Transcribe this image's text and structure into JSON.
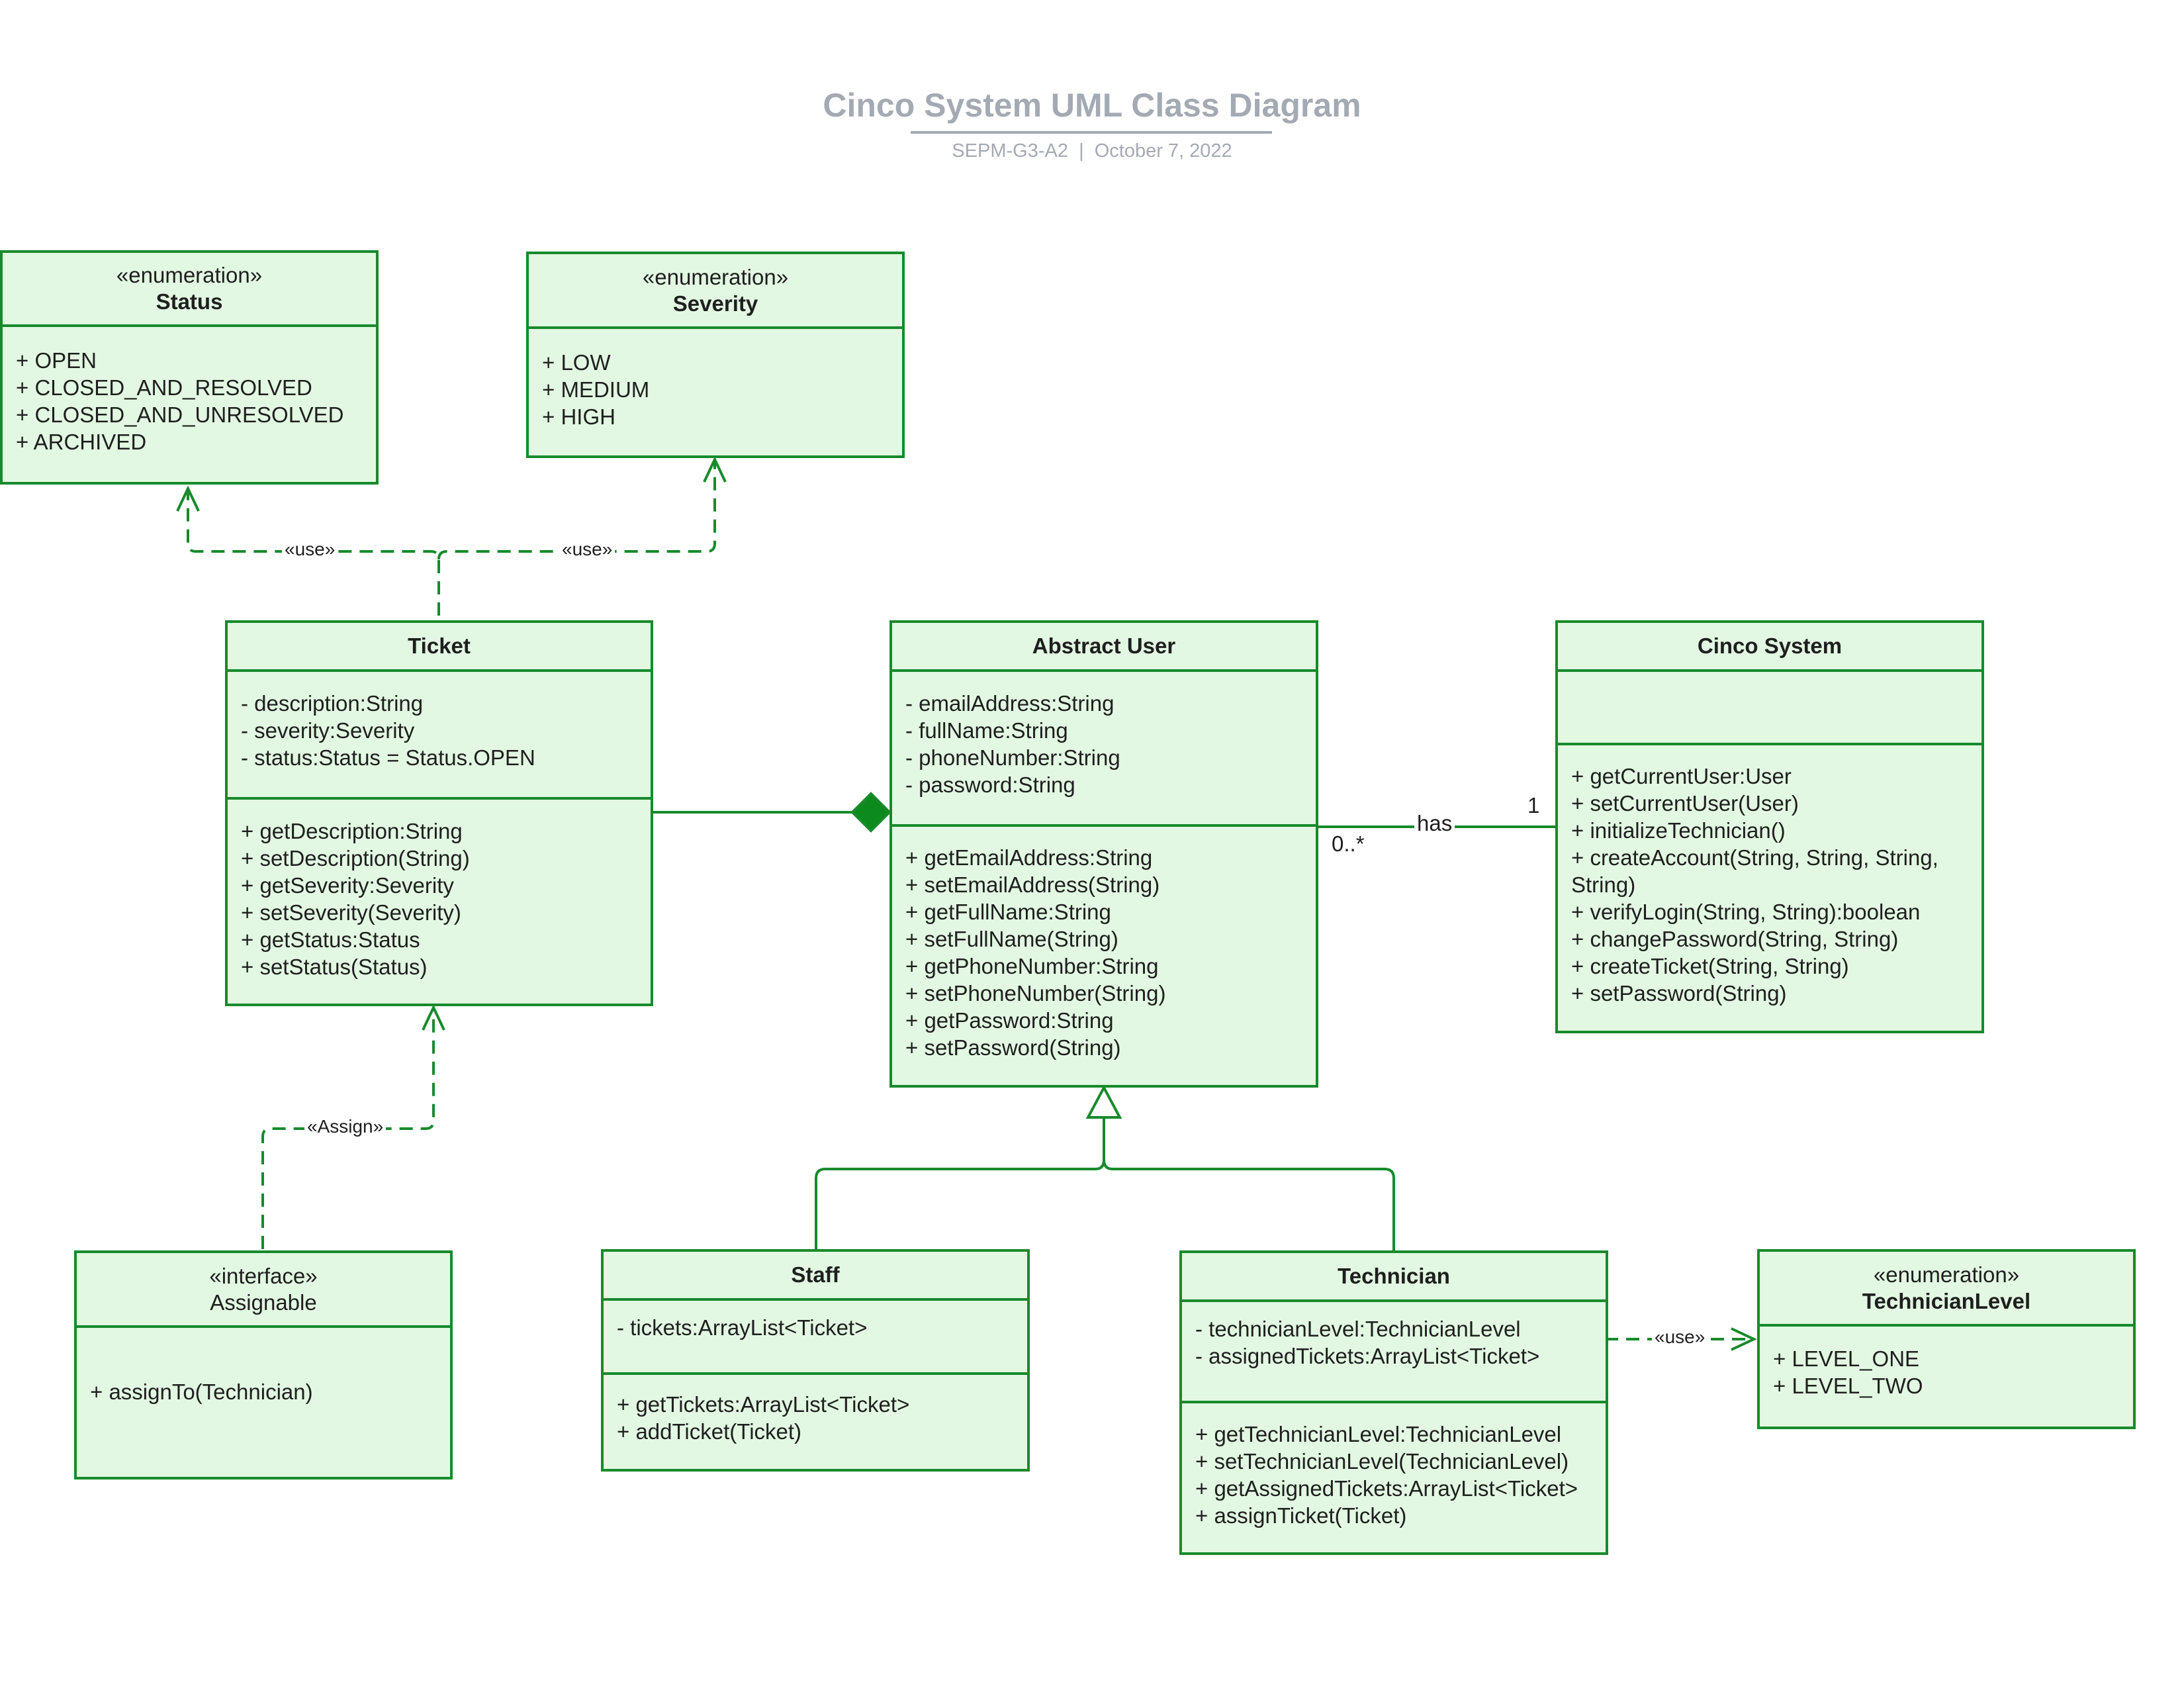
{
  "header": {
    "title": "Cinco System UML Class Diagram",
    "subtitle": "SEPM-G3-A2  |  October 7, 2022"
  },
  "colors": {
    "stroke": "#188a2c",
    "fill": "#e2f8e2",
    "title": "#a4aab3"
  },
  "classes": {
    "status": {
      "stereotype": "«enumeration»",
      "name": "Status",
      "attributes": [
        "+ OPEN",
        "+ CLOSED_AND_RESOLVED",
        "+ CLOSED_AND_UNRESOLVED",
        "+ ARCHIVED"
      ]
    },
    "severity": {
      "stereotype": "«enumeration»",
      "name": "Severity",
      "attributes": [
        "+ LOW",
        "+ MEDIUM",
        "+ HIGH"
      ]
    },
    "ticket": {
      "name": "Ticket",
      "attributes": [
        "- description:String",
        "- severity:Severity",
        "- status:Status = Status.OPEN"
      ],
      "methods": [
        "+ getDescription:String",
        "+ setDescription(String)",
        "+ getSeverity:Severity",
        "+ setSeverity(Severity)",
        "+ getStatus:Status",
        "+ setStatus(Status)"
      ]
    },
    "abstract_user": {
      "name": "Abstract User",
      "attributes": [
        "- emailAddress:String",
        "- fullName:String",
        "- phoneNumber:String",
        "- password:String"
      ],
      "methods": [
        "+ getEmailAddress:String",
        "+ setEmailAddress(String)",
        "+ getFullName:String",
        "+ setFullName(String)",
        "+ getPhoneNumber:String",
        "+ setPhoneNumber(String)",
        "+ getPassword:String",
        "+ setPassword(String)"
      ]
    },
    "cinco_system": {
      "name": "Cinco System",
      "attributes": [],
      "methods": [
        "+ getCurrentUser:User",
        "+ setCurrentUser(User)",
        "+ initializeTechnician()",
        "+ createAccount(String, String, String,",
        "String)",
        "+ verifyLogin(String, String):boolean",
        "+ changePassword(String, String)",
        "+ createTicket(String, String)",
        "+ setPassword(String)"
      ]
    },
    "assignable": {
      "stereotype": "«interface»",
      "name": "Assignable",
      "methods": [
        "+ assignTo(Technician)"
      ]
    },
    "staff": {
      "name": "Staff",
      "attributes": [
        "- tickets:ArrayList<Ticket>"
      ],
      "methods": [
        "+ getTickets:ArrayList<Ticket>",
        "+ addTicket(Ticket)"
      ]
    },
    "technician": {
      "name": "Technician",
      "attributes": [
        "- technicianLevel:TechnicianLevel",
        "- assignedTickets:ArrayList<Ticket>"
      ],
      "methods": [
        "+ getTechnicianLevel:TechnicianLevel",
        "+ setTechnicianLevel(TechnicianLevel)",
        "+ getAssignedTickets:ArrayList<Ticket>",
        "+ assignTicket(Ticket)"
      ]
    },
    "technician_level": {
      "stereotype": "«enumeration»",
      "name": "TechnicianLevel",
      "attributes": [
        "+ LEVEL_ONE",
        "+ LEVEL_TWO"
      ]
    }
  },
  "relations": {
    "ticket_status": {
      "label": "«use»"
    },
    "ticket_severity": {
      "label": "«use»"
    },
    "assignable_ticket": {
      "label": "«Assign»"
    },
    "technician_level": {
      "label": "«use»"
    },
    "user_system": {
      "label": "has",
      "mult_user": "0..*",
      "mult_system": "1"
    }
  }
}
